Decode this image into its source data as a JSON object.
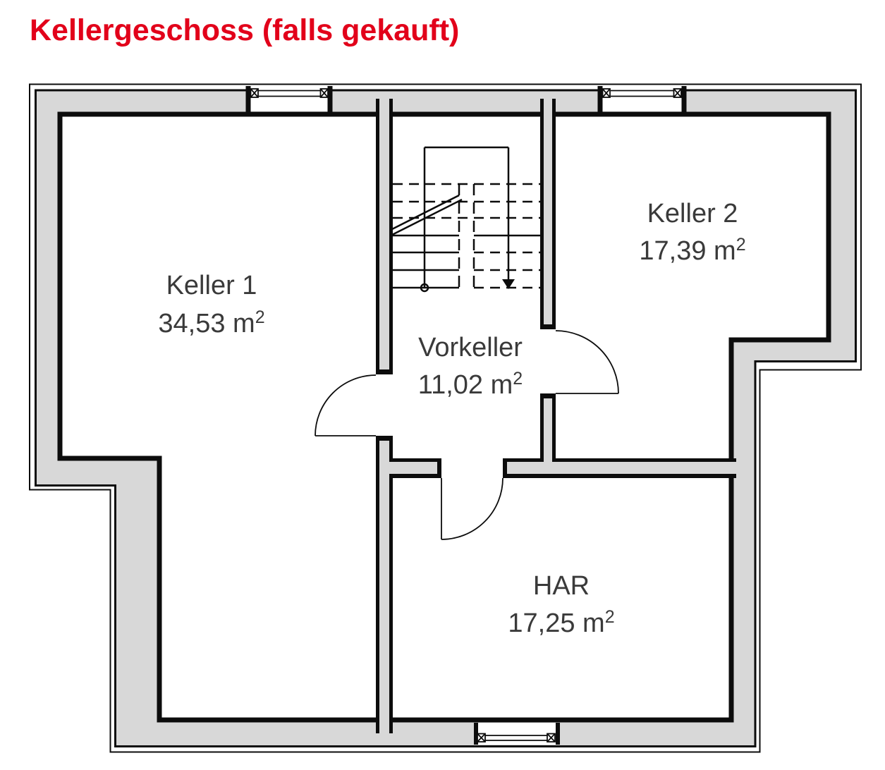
{
  "title": "Kellergeschoss (falls gekauft)",
  "rooms": [
    {
      "name": "Keller 1",
      "area": "34,53 m",
      "sup": "2"
    },
    {
      "name": "Keller 2",
      "area": "17,39 m",
      "sup": "2"
    },
    {
      "name": "Vorkeller",
      "area": "11,02 m",
      "sup": "2"
    },
    {
      "name": "HAR",
      "area": "17,25 m",
      "sup": "2"
    }
  ],
  "elements": {
    "windows": [
      "window-top-left",
      "window-top-right",
      "window-bottom"
    ],
    "doors": [
      "door-keller1-swing",
      "door-keller2-swing",
      "door-har-swing"
    ],
    "stairs": "staircase-down-arrow"
  },
  "colors": {
    "title": "#e2001a",
    "room_text": "#3a3a3a",
    "wall_fill": "#d8d8d8",
    "line": "#0c0c0c"
  }
}
